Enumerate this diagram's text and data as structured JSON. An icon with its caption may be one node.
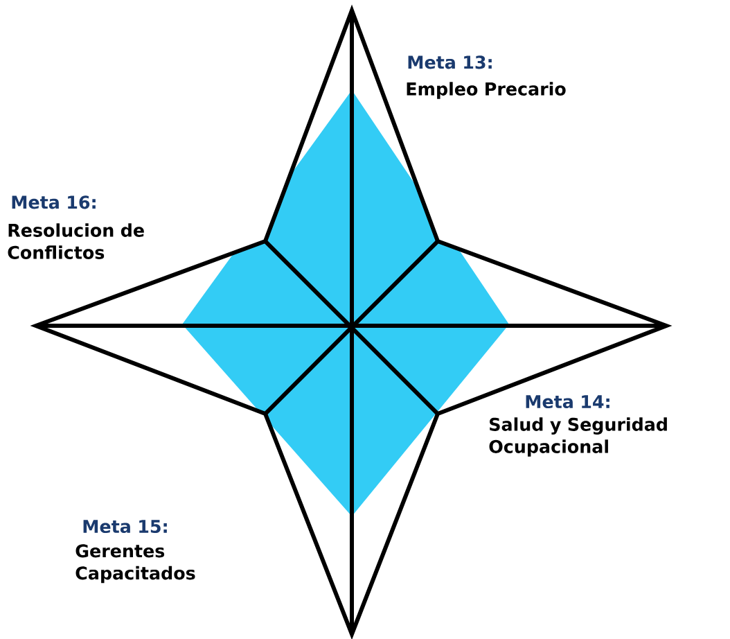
{
  "diagram": {
    "labels": [
      "Meta 13:",
      "Empleo Precario",
      "Meta 16:",
      "Resolucion de Conflictos",
      "Meta 14:",
      "Salud y Seguridad Ocupacional",
      "Meta 15:",
      "Gerentes Capacitados"
    ]
  }
}
